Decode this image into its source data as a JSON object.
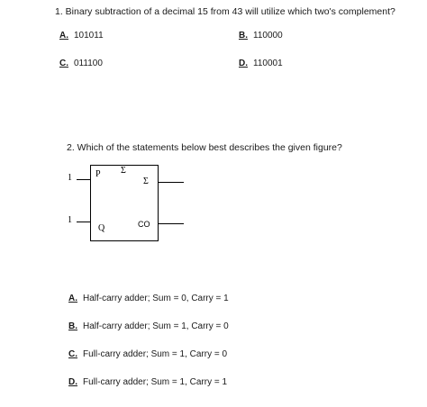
{
  "question1": {
    "text": "1. Binary subtraction of a decimal 15 from 43 will utilize which two's complement?",
    "options": [
      {
        "letter": "A.",
        "value": "101011"
      },
      {
        "letter": "B.",
        "value": "110000"
      },
      {
        "letter": "C.",
        "value": "011100"
      },
      {
        "letter": "D.",
        "value": "110001"
      }
    ]
  },
  "question2": {
    "text": "2. Which of the statements below best describes the given figure?",
    "figure": {
      "input_top_value": "1",
      "input_bottom_value": "1",
      "label_p": "P",
      "label_sigma_top": "Σ",
      "label_sigma_out": "Σ",
      "label_q": "Q",
      "label_co": "CO"
    },
    "options": [
      {
        "letter": "A.",
        "value": "Half-carry adder; Sum = 0, Carry = 1"
      },
      {
        "letter": "B.",
        "value": "Half-carry adder; Sum = 1, Carry = 0"
      },
      {
        "letter": "C.",
        "value": "Full-carry adder; Sum = 1, Carry = 0"
      },
      {
        "letter": "D.",
        "value": "Full-carry adder; Sum = 1, Carry = 1"
      }
    ]
  }
}
